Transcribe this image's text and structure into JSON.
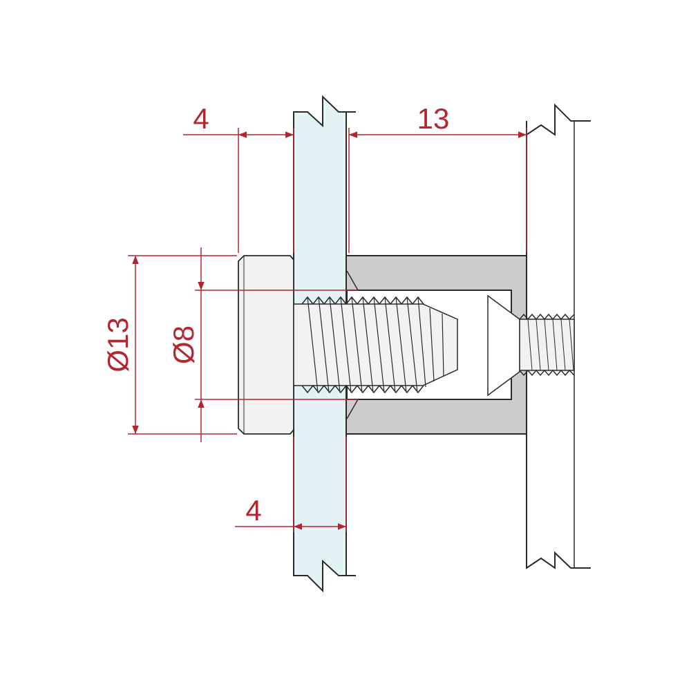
{
  "dimensions": {
    "cap_thickness": "4",
    "standoff_length": "13",
    "glass_thickness": "4",
    "cap_diameter": "Ø13",
    "hole_diameter": "Ø8"
  },
  "colors": {
    "dimension": "#b3262f",
    "glass": "#e3f3f5",
    "sleeve": "#cccccc",
    "part": "#f2f2f2",
    "outline": "#2a2a2a"
  }
}
